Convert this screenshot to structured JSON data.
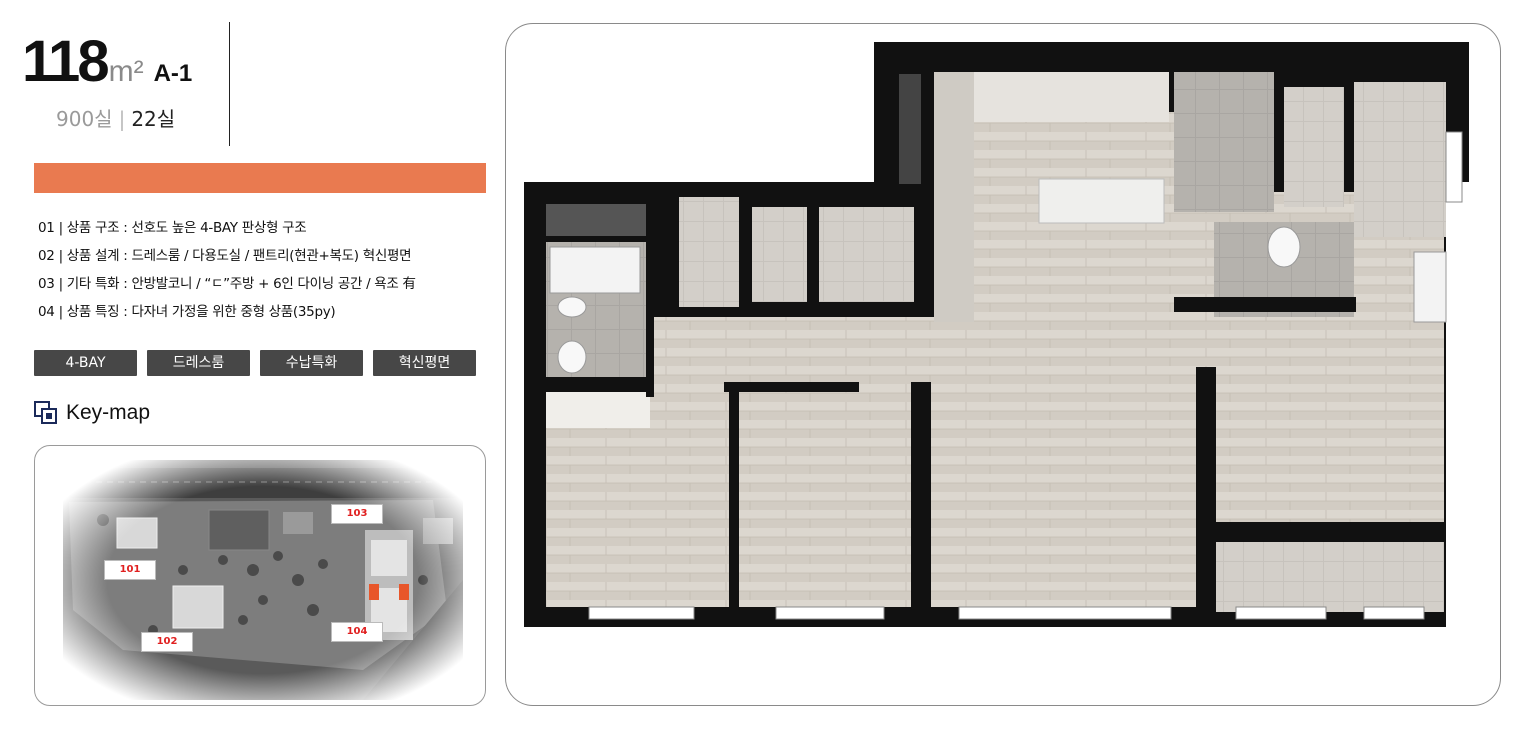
{
  "header": {
    "area_value": "118",
    "area_unit": "m²",
    "type_name": "A-1",
    "total_units": "900실",
    "separator": "|",
    "type_units": "22실"
  },
  "accent_color": "#e97a50",
  "features": [
    "01 | 상품 구조 : 선호도 높은 4-BAY 판상형 구조",
    "02 | 상품 설계 : 드레스룸 / 다용도실 / 팬트리(현관+복도) 혁신평면",
    "03 | 기타 특화 : 안방발코니 / “ㄷ”주방 + 6인 다이닝 공간 / 욕조 有",
    "04 | 상품 특징 : 다자녀 가정을 위한 중형 상품(35py)"
  ],
  "tags": [
    "4-BAY",
    "드레스룸",
    "수납특화",
    "혁신평면"
  ],
  "keymap": {
    "title": "Key-map",
    "icon": "keymap-icon",
    "buildings": [
      "101",
      "102",
      "103",
      "104"
    ]
  }
}
